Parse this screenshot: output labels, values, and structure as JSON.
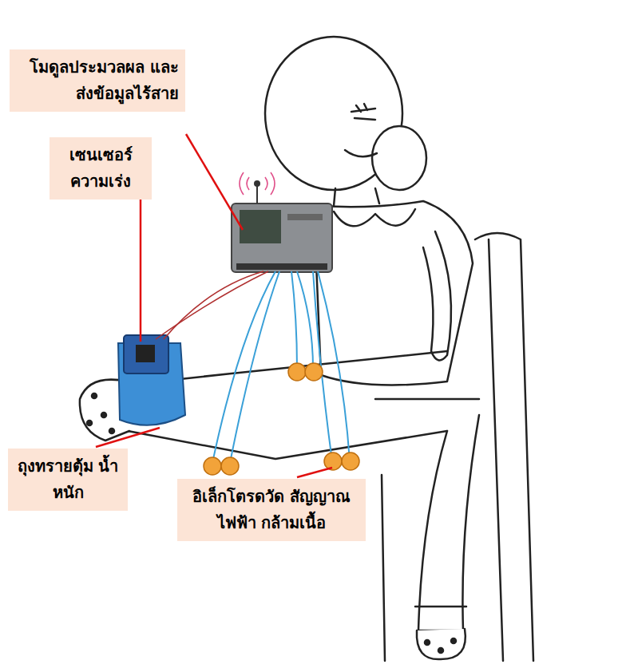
{
  "diagram": {
    "nodes": [
      {
        "text": [
          "โมดูลประมวลผล และ ส่งข้อมูลไร้สาย"
        ]
      },
      {
        "text": [
          "เซนเซอร์ ความเร่ง"
        ]
      },
      {
        "text": [
          "ถุงทรายตุ้ม น้ำหนัก"
        ]
      },
      {
        "text": [
          "อิเล็กโตรดวัด สัญญาณไฟฟ้า กล้ามเนื้อ"
        ]
      }
    ]
  }
}
